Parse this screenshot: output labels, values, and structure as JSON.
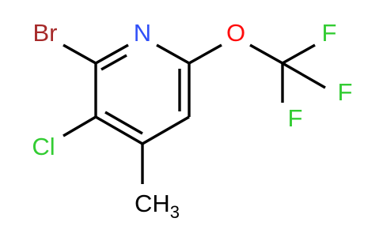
{
  "molecule": {
    "atoms": {
      "bromine": {
        "label": "Br",
        "color": "#a62929"
      },
      "nitrogen": {
        "label": "N",
        "color": "#3050f8"
      },
      "oxygen": {
        "label": "O",
        "color": "#ff0d0d"
      },
      "fluorine_top": {
        "label": "F",
        "color": "#33cc33"
      },
      "fluorine_right": {
        "label": "F",
        "color": "#33cc33"
      },
      "fluorine_bottom": {
        "label": "F",
        "color": "#33cc33"
      },
      "chlorine": {
        "label": "Cl",
        "color": "#33cc33"
      },
      "methyl": {
        "label": "CH",
        "subscript": "3",
        "color": "#000000"
      }
    },
    "bond_color": "#000000"
  }
}
